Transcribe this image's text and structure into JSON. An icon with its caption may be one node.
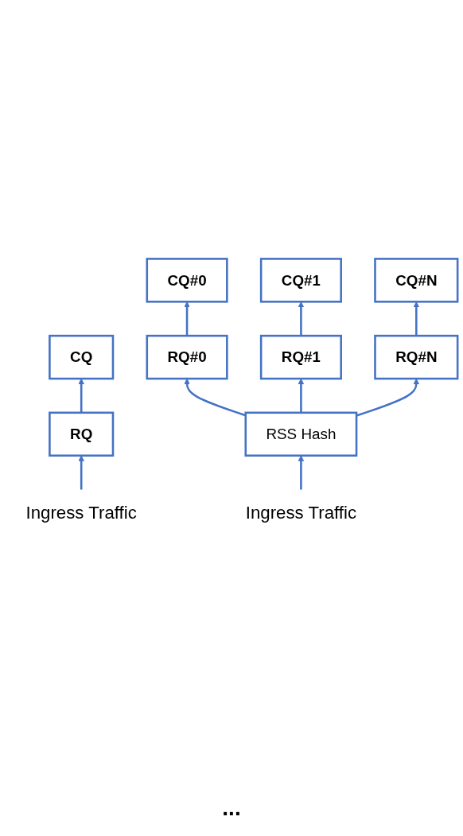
{
  "diagram": {
    "nodes": [
      {
        "text": [
          "CQ"
        ]
      },
      {
        "text": [
          "RQ"
        ]
      },
      {
        "text": [
          "Ingress Traffic"
        ]
      },
      {
        "text": [
          "CQ#0"
        ]
      },
      {
        "text": [
          "CQ#1"
        ]
      },
      {
        "text": [
          "CQ#N"
        ]
      },
      {
        "text": [
          "RQ#0"
        ]
      },
      {
        "text": [
          "RQ#1"
        ]
      },
      {
        "text": [
          "RQ#N"
        ]
      },
      {
        "text": [
          "RSS Hash"
        ]
      },
      {
        "text": [
          "Ingress Traffic"
        ]
      }
    ],
    "edges": [
      {
        "from": 1,
        "to": 0,
        "arrow": "to"
      },
      {
        "from": 2,
        "to": 1,
        "arrow": "to"
      },
      {
        "from": 6,
        "to": 3,
        "arrow": "to"
      },
      {
        "from": 7,
        "to": 4,
        "arrow": "to"
      },
      {
        "from": 8,
        "to": 5,
        "arrow": "to"
      },
      {
        "from": 9,
        "to": 6,
        "arrow": "to"
      },
      {
        "from": 9,
        "to": 7,
        "arrow": "to"
      },
      {
        "from": 9,
        "to": 8,
        "arrow": "to"
      },
      {
        "from": 10,
        "to": 9,
        "arrow": "to"
      }
    ],
    "labels": [
      "..."
    ]
  }
}
